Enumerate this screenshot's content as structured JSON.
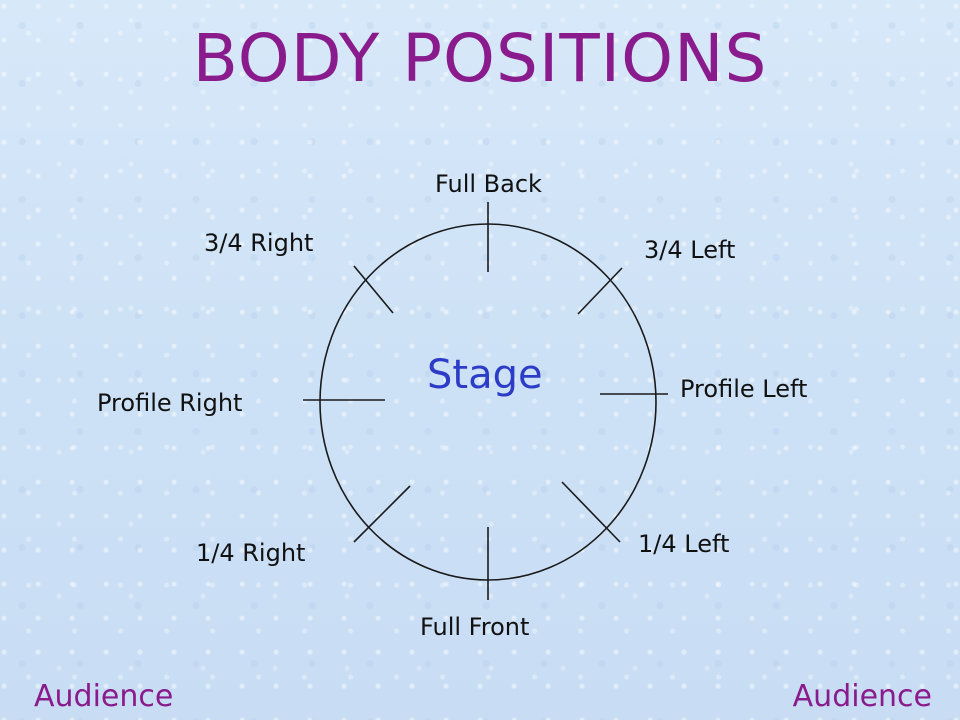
{
  "title": "BODY POSITIONS",
  "stage_label": "Stage",
  "positions": {
    "full_back": "Full Back",
    "three_quarter_right": "3/4 Right",
    "three_quarter_left": "3/4 Left",
    "profile_right": "Profile Right",
    "profile_left": "Profile Left",
    "quarter_right": "1/4 Right",
    "quarter_left": "1/4 Left",
    "full_front": "Full Front"
  },
  "audience": {
    "left": "Audience",
    "right": "Audience"
  },
  "colors": {
    "background": "#cfe3f7",
    "title": "#8a1b8c",
    "stage": "#2d3cc6",
    "audience": "#8a1b8c",
    "lines": "#1a1a1a"
  }
}
